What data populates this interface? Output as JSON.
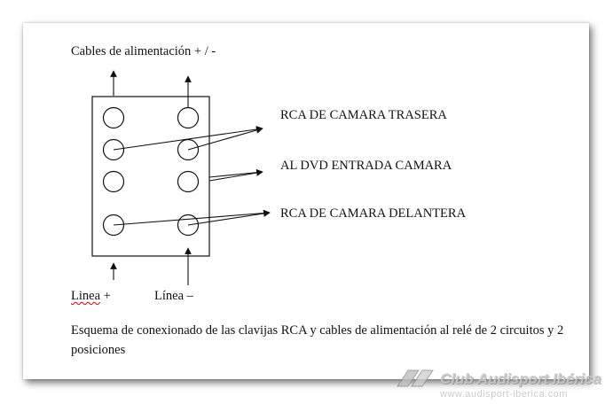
{
  "labels": {
    "power_cables": "Cables de alimentación + / -",
    "rear_camera": "RCA DE CAMARA TRASERA",
    "dvd_input": "AL DVD ENTRADA CAMARA",
    "front_camera": "RCA DE CAMARA DELANTERA",
    "line_plus_word": "Linea",
    "line_plus_sign": " +",
    "line_minus": "Línea –"
  },
  "caption": "Esquema de conexionado de las clavijas RCA y cables de alimentación al relé de 2 circuitos y 2 posiciones",
  "watermark": {
    "name": "Club Audisport Ibérica",
    "url": "www.audisport-iberica.com"
  }
}
